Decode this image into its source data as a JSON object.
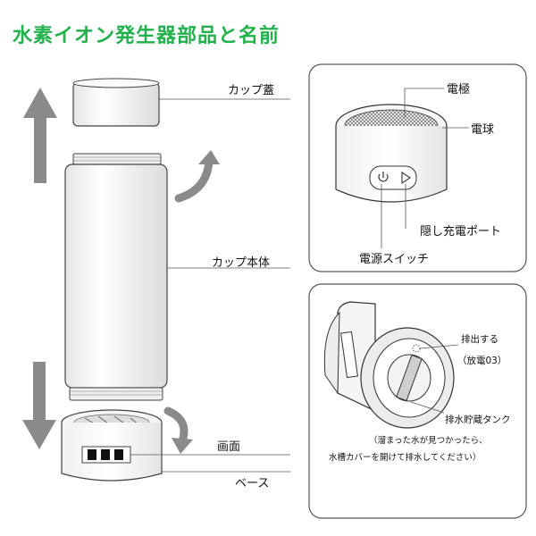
{
  "title": "水素イオン発生器部品と名前",
  "left_labels": {
    "cup_lid": "カップ蓋",
    "cup_body": "カップ本体",
    "screen": "画面",
    "base": "ベース"
  },
  "top_detail": {
    "electrode": "電極",
    "bulb": "電球",
    "charge_port": "隠し充電ポート",
    "power_switch": "電源スイッチ"
  },
  "bottom_detail": {
    "drain": "排出する",
    "discharge_note": "（放電03）",
    "tank": "排水貯蔵タンク",
    "tank_note_1": "（溜まった水が見つかったら、",
    "tank_note_2": "水槽カバーを開けて排水してください）"
  },
  "colors": {
    "title": "#22b14c",
    "arrows": "#8a8a8a",
    "lines": "#555555"
  }
}
